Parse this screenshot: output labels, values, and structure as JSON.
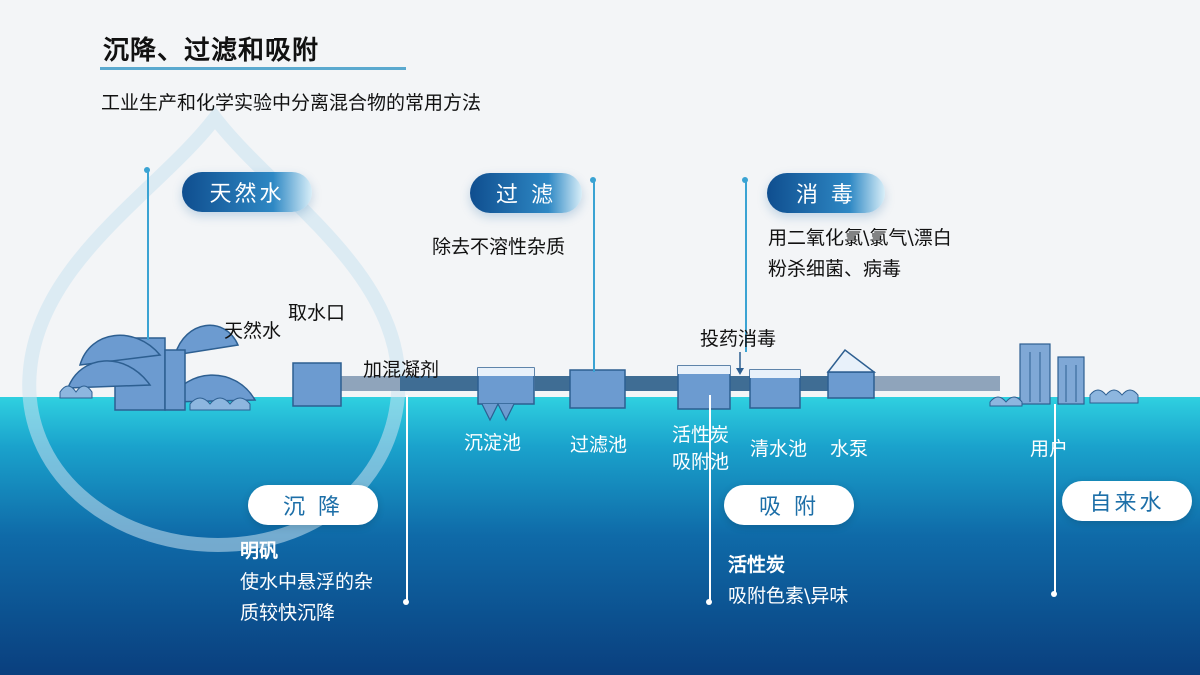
{
  "header": {
    "title": "沉降、过滤和吸附",
    "subtitle": "工业生产和化学实验中分离混合物的常用方法"
  },
  "pills": {
    "natural_water": "天然水",
    "filtration": "过 滤",
    "disinfection": "消 毒",
    "sedimentation": "沉 降",
    "adsorption": "吸 附",
    "tap_water": "自来水"
  },
  "descriptions": {
    "filtration": "除去不溶性杂质",
    "disinfection_line1": "用二氧化氯\\氯气\\漂白",
    "disinfection_line2": "粉杀细菌、病毒",
    "sedimentation_head": "明矾",
    "sedimentation_line1": "使水中悬浮的杂",
    "sedimentation_line2": "质较快沉降",
    "adsorption_head": "活性炭",
    "adsorption_line1": "吸附色素\\异味"
  },
  "process_labels": {
    "natural_water": "天然水",
    "intake": "取水口",
    "coagulant": "加混凝剂",
    "dosing": "投药消毒",
    "settling_tank": "沉淀池",
    "filter_tank": "过滤池",
    "carbon_line1": "活性炭",
    "carbon_line2": "吸附池",
    "clear_tank": "清水池",
    "pump": "水泵",
    "user": "用户"
  },
  "colors": {
    "accent": "#3aa3d3",
    "equipment": "#6c9bd0",
    "water_top": "#2fd0e0",
    "water_bottom": "#0a3f7e"
  }
}
